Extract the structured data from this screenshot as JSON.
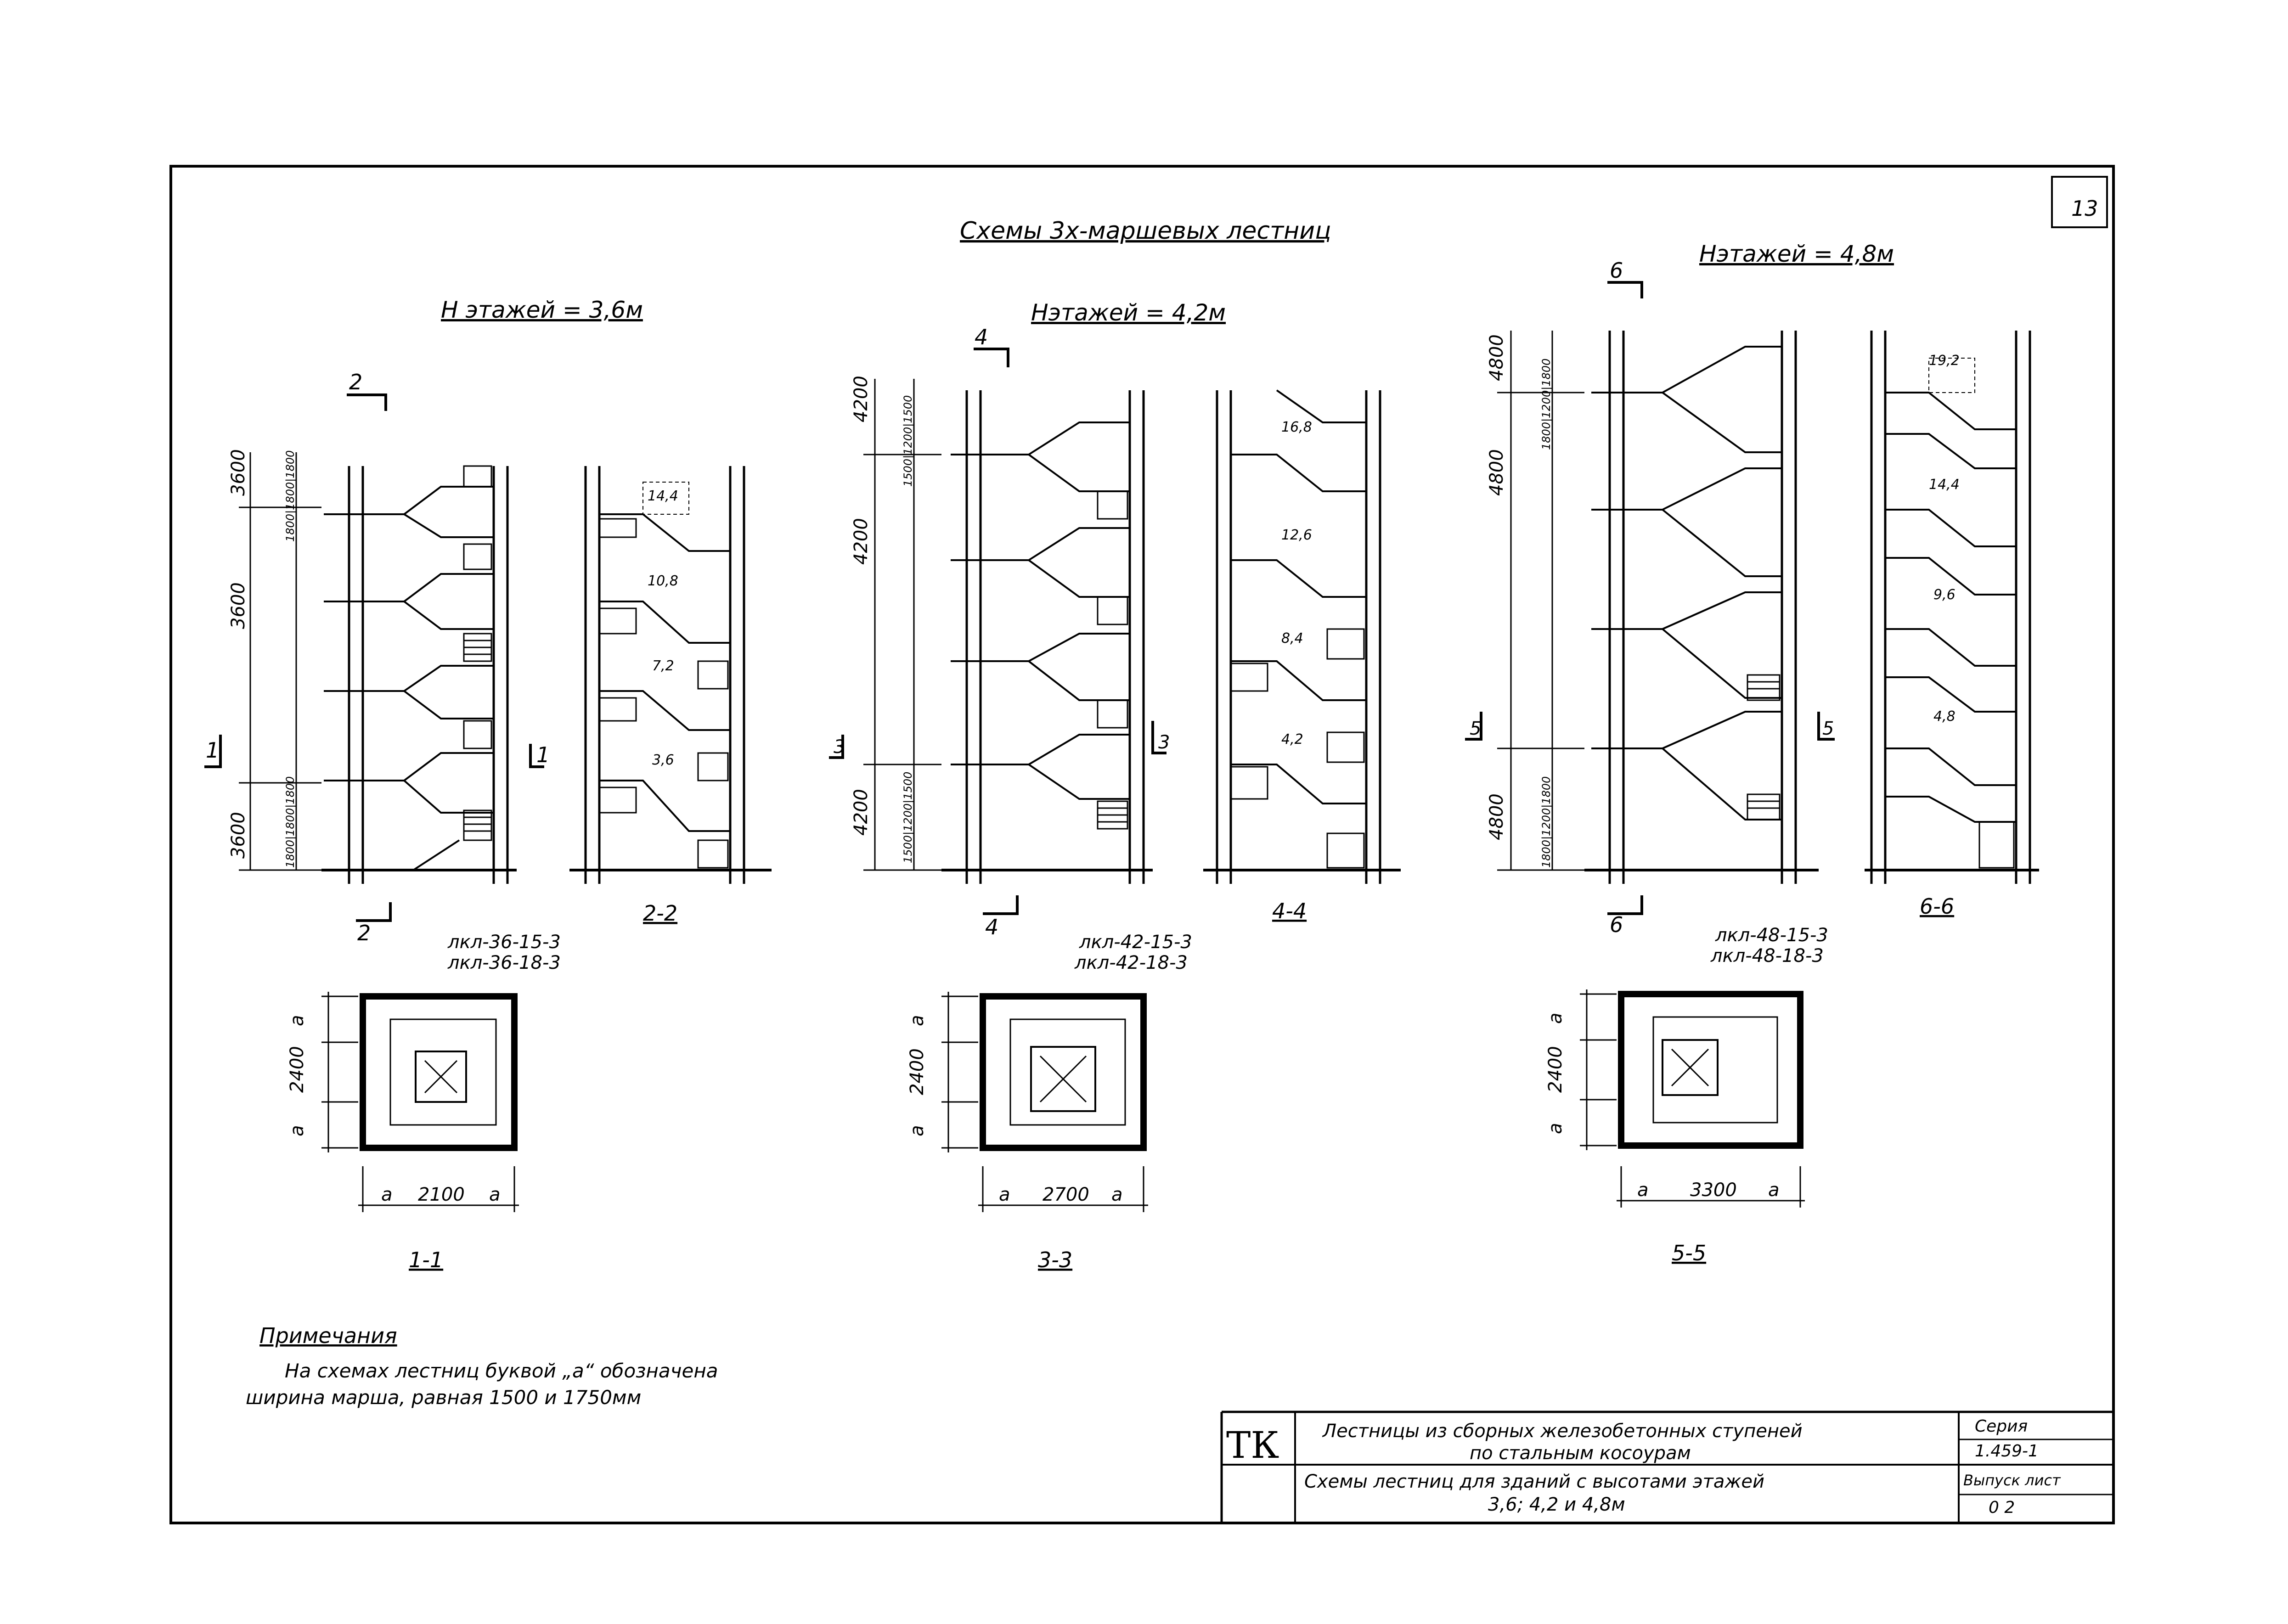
{
  "sheet": {
    "number": "13",
    "title": "Схемы 3х-маршевых лестниц"
  },
  "groups": [
    {
      "height_label": "H этажей = 3,6м",
      "cut_vertical": "2",
      "cut_horizontal": "1",
      "dims": [
        "3600",
        "3600",
        "3600"
      ],
      "dims_small": "1800|1800|1800",
      "section_label": "2-2",
      "marks": [
        "14,4",
        "10,8",
        "7,2",
        "3,6"
      ],
      "codes": [
        "лкл-36-15-3",
        "лкл-36-18-3"
      ],
      "plan": {
        "label": "1-1",
        "side": "2400",
        "width": "2100",
        "a": "a"
      }
    },
    {
      "height_label": "Hэтажей = 4,2м",
      "cut_vertical": "4",
      "cut_horizontal": "3",
      "dims": [
        "4200",
        "4200",
        "4200"
      ],
      "dims_small": "1500|1200|1500",
      "section_label": "4-4",
      "marks": [
        "16,8",
        "12,6",
        "8,4",
        "4,2"
      ],
      "codes": [
        "лкл-42-15-3",
        "лкл-42-18-3"
      ],
      "plan": {
        "label": "3-3",
        "side": "2400",
        "width": "2700",
        "a": "a"
      }
    },
    {
      "height_label": "Hэтажей = 4,8м",
      "cut_vertical": "6",
      "cut_horizontal": "5",
      "dims": [
        "4800",
        "4800",
        "4800"
      ],
      "dims_small": "1800|1200|1800",
      "section_label": "6-6",
      "marks": [
        "19,2",
        "14,4",
        "9,6",
        "4,8"
      ],
      "codes": [
        "лкл-48-15-3",
        "лкл-48-18-3"
      ],
      "plan": {
        "label": "5-5",
        "side": "2400",
        "width": "3300",
        "a": "a"
      }
    }
  ],
  "notes": {
    "title": "Примечания",
    "line1": "На схемах лестниц буквой „а“ обозначена",
    "line2": "ширина марша, равная 1500 и 1750мм"
  },
  "title_block": {
    "org": "ТК",
    "row1": "Лестницы из сборных железобетонных ступеней",
    "row1b": "по стальным косоурам",
    "row2": "Схемы лестниц для зданий с высотами этажей",
    "row2b": "3,6; 4,2 и 4,8м",
    "series_label": "Серия",
    "series_value": "1.459-1",
    "issue_label": "Выпуск лист",
    "issue_value": "0   2"
  }
}
